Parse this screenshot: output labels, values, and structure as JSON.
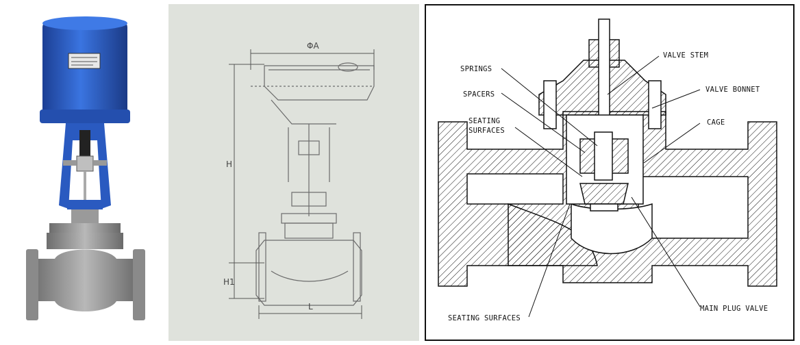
{
  "photo": {
    "body_color": "#8f8f8f",
    "actuator_color": "#2f63c8"
  },
  "drawing": {
    "dim_phi_a": "ΦA",
    "dim_h": "H",
    "dim_h1": "H1",
    "dim_l": "L",
    "line_color": "#6b6b6b"
  },
  "section": {
    "labels": {
      "valve_stem": "VALVE STEM",
      "springs": "SPRINGS",
      "valve_bonnet": "VALVE BONNET",
      "spacers": "SPACERS",
      "cage": "CAGE",
      "seating_surfaces_top_1": "SEATING",
      "seating_surfaces_top_2": "SURFACES",
      "seating_surfaces_bottom": "SEATING SURFACES",
      "main_plug_valve": "MAIN PLUG VALVE"
    },
    "line_color": "#111111"
  }
}
